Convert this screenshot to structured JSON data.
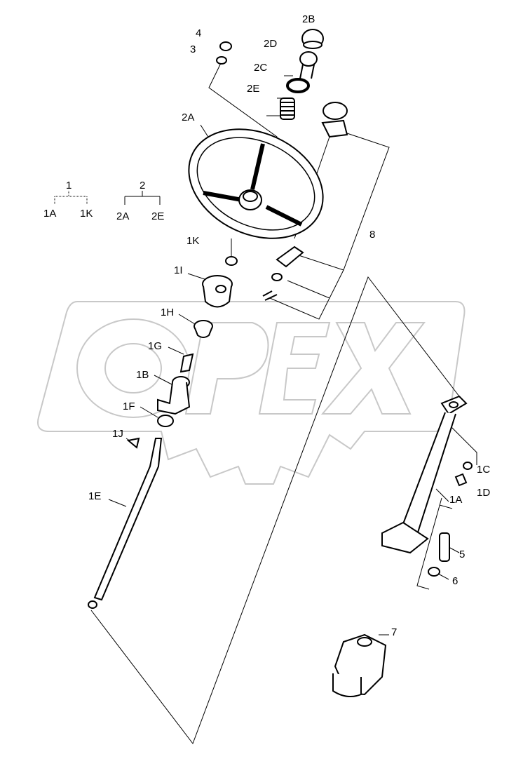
{
  "diagram": {
    "watermark": "OPEX",
    "labels": {
      "l4": "4",
      "l3": "3",
      "l2B": "2B",
      "l2D": "2D",
      "l2C": "2C",
      "l2E": "2E",
      "l2A": "2A",
      "l8": "8",
      "l1K": "1K",
      "l1I": "1I",
      "l1H": "1H",
      "l1G": "1G",
      "l1B": "1B",
      "l1F": "1F",
      "l1J": "1J",
      "l1E": "1E",
      "l1C": "1C",
      "l1D": "1D",
      "l1A": "1A",
      "l5": "5",
      "l6": "6",
      "l7": "7"
    },
    "legend": {
      "group1": {
        "parent": "1",
        "from": "1A",
        "to": "1K"
      },
      "group2": {
        "parent": "2",
        "from": "2A",
        "to": "2E"
      }
    },
    "colors": {
      "line": "#000000",
      "watermark": "#c8c8c8"
    }
  }
}
